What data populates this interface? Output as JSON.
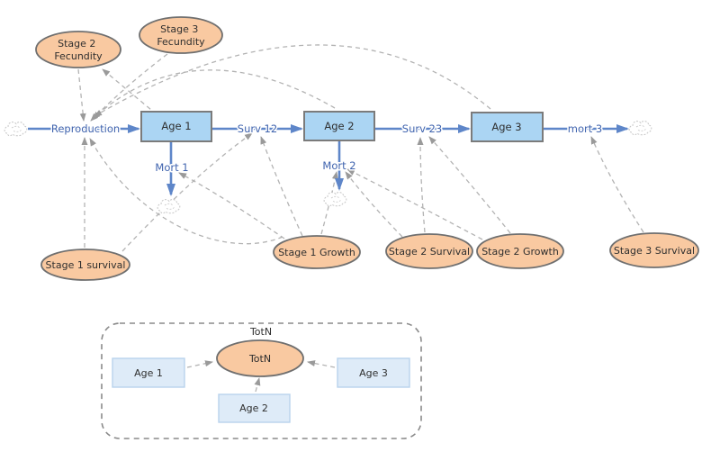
{
  "colors": {
    "stock_fill": "#abd5f3",
    "stock_stroke": "#7b7b7b",
    "flow": "#5e86c9",
    "flow_label": "#3f63ae",
    "ellipse_fill": "#f9c9a1",
    "ellipse_stroke": "#6f6f6f",
    "link": "#b3b3b3",
    "link_head": "#9a9a9a",
    "cloud_stroke": "#c6c6c6",
    "sandbox_stroke": "#8a8a8a",
    "subbox_fill": "#deebf8",
    "subbox_stroke": "#b9d3ec",
    "text_dark": "#2f2f2f"
  },
  "main": {
    "stocks": {
      "age1": "Age 1",
      "age2": "Age 2",
      "age3": "Age 3"
    },
    "flows": {
      "reproduction": "Reproduction",
      "surv12": "Surv 12",
      "surv23": "Surv 23",
      "mort3": "mort 3",
      "mort1": "Mort 1",
      "mort2": "Mort 2"
    },
    "variables": {
      "stage2_fecundity": {
        "line1": "Stage 2",
        "line2": "Fecundity"
      },
      "stage3_fecundity": {
        "line1": "Stage 3",
        "line2": "Fecundity"
      },
      "stage1_survival": "Stage 1 survival",
      "stage1_growth": "Stage 1 Growth",
      "stage2_survival": "Stage 2 Survival",
      "stage2_growth": "Stage 2 Growth",
      "stage3_survival": "Stage 3 Survival"
    }
  },
  "submodel": {
    "title": "TotN",
    "variable": "TotN",
    "boxes": {
      "age1": "Age 1",
      "age2": "Age 2",
      "age3": "Age 3"
    }
  }
}
